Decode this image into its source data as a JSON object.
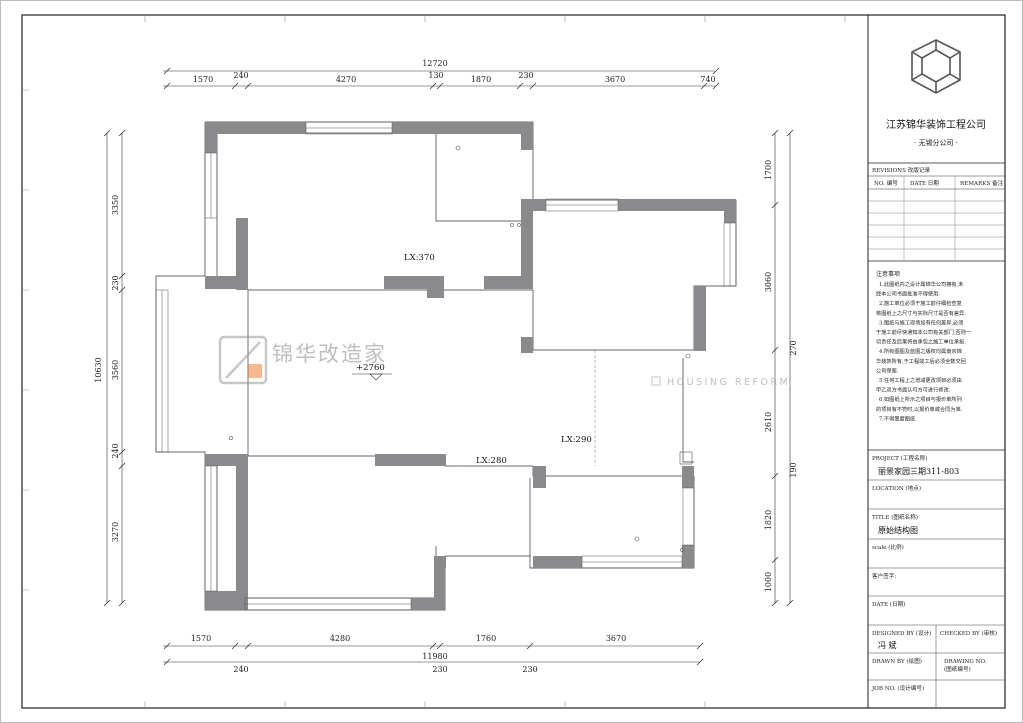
{
  "company": {
    "name": "江苏锦华装饰工程公司",
    "branch": "· 无锡分公司 ·"
  },
  "revisions": {
    "header": "REVISIONS 改版记录",
    "columns": [
      "NO. 编号",
      "DATE 日期",
      "REMARKS 备注"
    ]
  },
  "notes": {
    "title": "注意事项",
    "lines": [
      "1.此图纸内之设计属锦华公司拥有,未",
      "经本公司书面批准不得使用.",
      "2.施工单位必须于施工前仔细检查复",
      "核图纸上之尺寸与实际尺寸是否有差异.",
      "3.图纸与施工现场如有任何差异,必须",
      "于施工前尽快通知本公司有关部门,否则一",
      "切责任及后果将由承包之施工单位承担.",
      "4.所有图图及蓝图之版权均属南京锦",
      "华装饰所有,于工程竣工后必须全数交回",
      "公司保案.",
      "5.任何工程上之增减更改项目必须由",
      "甲乙双方书面认可方可进行修改.",
      "6.如图纸上所示之项目与报价单所列",
      "的项目有不符时,以报价单或合同为准.",
      "7.不得量度图纸."
    ]
  },
  "project": {
    "label": "PROJECT (工程名称)",
    "value": "丽景家园三期311-803",
    "location_label": "LOCATION (地点)",
    "title_label": "TITLE (图纸名称)",
    "title_value": "原始结构图",
    "scale_label": "scale (比例)",
    "customer_label": "客户签字:",
    "date_label": "DATE (日期)",
    "designed_label": "DESIGNED BY (设计)",
    "designed_value": "冯 斌",
    "checked_label": "CHECKED BY (审核)",
    "drawn_label": "DRAWN BY (绘图)",
    "drawing_no_label": "DRAWING NO.",
    "drawing_no_label2": "(图纸编号)",
    "job_label": "JOB NO. (设计编号)"
  },
  "watermark": {
    "cn": "锦华改造家",
    "en": "HOUSING REFORM"
  },
  "plan": {
    "top_total": "12720",
    "top_segments": [
      "1570",
      "240",
      "4270",
      "130",
      "1870",
      "230",
      "3670",
      "740"
    ],
    "bottom_segments": [
      "1570",
      "4280",
      "1760",
      "3670"
    ],
    "bottom_total": "11980",
    "bottom_row": [
      "240",
      "230",
      "230"
    ],
    "left_total": "10630",
    "left_segments": [
      "3350",
      "230",
      "3560",
      "240",
      "3270"
    ],
    "right_segments": [
      "1700",
      "3060",
      "2610",
      "1820",
      "1000"
    ],
    "right_outer": [
      "270",
      "190"
    ],
    "level_mark": "+2760",
    "beams": [
      "LX:370",
      "LX:290",
      "LX:280"
    ]
  }
}
